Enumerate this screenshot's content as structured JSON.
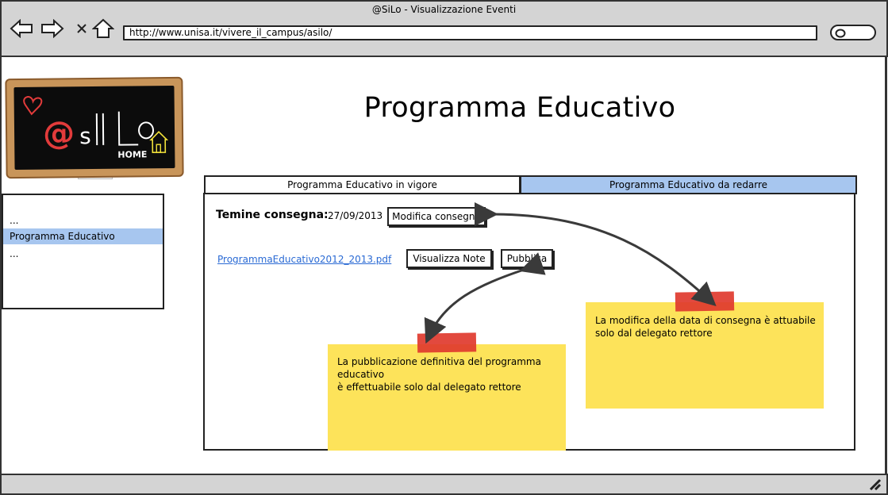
{
  "window": {
    "title": "@SiLo - Visualizzazione Eventi"
  },
  "browser": {
    "url": "http://www.unisa.it/vivere_il_campus/asilo/"
  },
  "sidebar": {
    "items": [
      {
        "label": "..."
      },
      {
        "label": "Programma Educativo",
        "selected": true
      },
      {
        "label": "..."
      }
    ]
  },
  "page": {
    "title": "Programma Educativo"
  },
  "tabs": [
    {
      "label": "Programma Educativo in vigore",
      "active": false
    },
    {
      "label": "Programma Educativo da redarre",
      "active": true
    }
  ],
  "deadline": {
    "label": "Temine consegna:",
    "value": "27/09/2013",
    "edit_button": "Modifica consegna"
  },
  "file": {
    "link": "ProgrammaEducativo2012_2013.pdf",
    "view_notes_button": "Visualizza Note",
    "publish_button": "Pubblica"
  },
  "notes": [
    {
      "text": "La pubblicazione definitiva del programma\neducativo\nè effettuabile solo dal delegato rettore"
    },
    {
      "text": "La modifica della data di consegna è attuabile\nsolo dal delegato rettore"
    }
  ],
  "colors": {
    "selected": "#a7c6ef",
    "note": "#fde35a",
    "tape": "#e03a2e",
    "link": "#2a6ad4"
  }
}
